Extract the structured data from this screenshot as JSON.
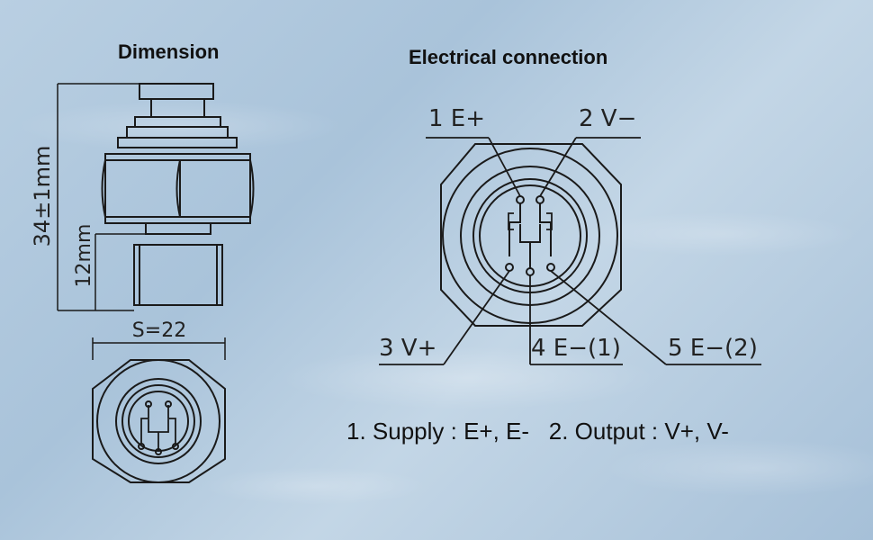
{
  "dimension": {
    "title": "Dimension",
    "total_height": "34±1",
    "total_height_unit": "mm",
    "thread_height": "12",
    "thread_height_unit": "mm",
    "hex_size": "S=22"
  },
  "electrical": {
    "title": "Electrical connection",
    "pins": [
      {
        "label": "1 E+"
      },
      {
        "label": "2 V−"
      },
      {
        "label": "3 V+"
      },
      {
        "label": "4 E−(1)"
      },
      {
        "label": "5 E−(2)"
      }
    ],
    "note_supply": "1. Supply : E+, E-",
    "note_output": "2. Output : V+, V-"
  },
  "colors": {
    "line": "#1a1a1a",
    "background": "#b4cbe0"
  }
}
